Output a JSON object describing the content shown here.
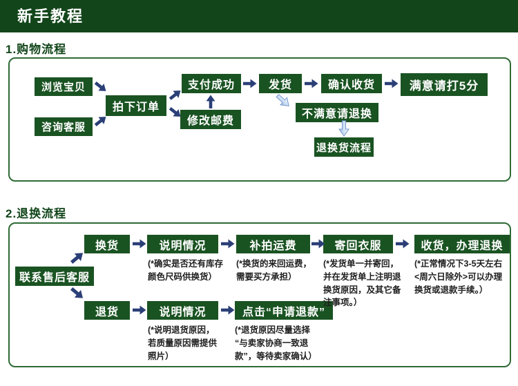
{
  "header": {
    "title": "新手教程"
  },
  "sections": {
    "shopping": {
      "title": "1.购物流程",
      "nodes": {
        "browse": "浏览宝贝",
        "consult": "咨询客服",
        "place_order": "拍下订单",
        "pay_success": "支付成功",
        "modify_postage": "修改邮费",
        "ship": "发货",
        "confirm_receipt": "确认收货",
        "rate_five": "满意请打5分",
        "unsatisfied": "不满意请退换",
        "return_process": "退换货流程"
      }
    },
    "returns": {
      "title": "2.退换流程",
      "nodes": {
        "contact_service": "联系售后客服",
        "exchange": "换货",
        "explain_exchange": "说明情况",
        "reship_fee": "补拍运费",
        "send_back": "寄回衣服",
        "receive_process": "收货，办理退换",
        "return_goods": "退货",
        "explain_return": "说明情况",
        "click_refund": "点击“申请退款”"
      },
      "notes": {
        "explain_exchange": "(*确实是否还有库存\n颜色尺码供换货）",
        "reship_fee": "(*换货的来回运费，\n需要买方承担）",
        "send_back": "(*发货单一并寄回，\n并在发货单上注明退\n换货原因，及其它备\n注事项。）",
        "receive_process": "(*正常情况下3-5天左右\n<周六日除外>可以办理\n换货或退款手续。）",
        "explain_return": "(*说明退货原因，\n若质量原因需提供\n照片）",
        "click_refund": "(*退货原因尽量选择\n“与卖家协商一致退\n款”，等待卖家确认）"
      }
    }
  },
  "colors": {
    "header_bg": "#12451a",
    "node_bg": "#1a5322",
    "panel_border": "#2e6b35",
    "arrow_navy": "#2b3f77",
    "glossy_arrow_blue": "#9cbbe2"
  }
}
